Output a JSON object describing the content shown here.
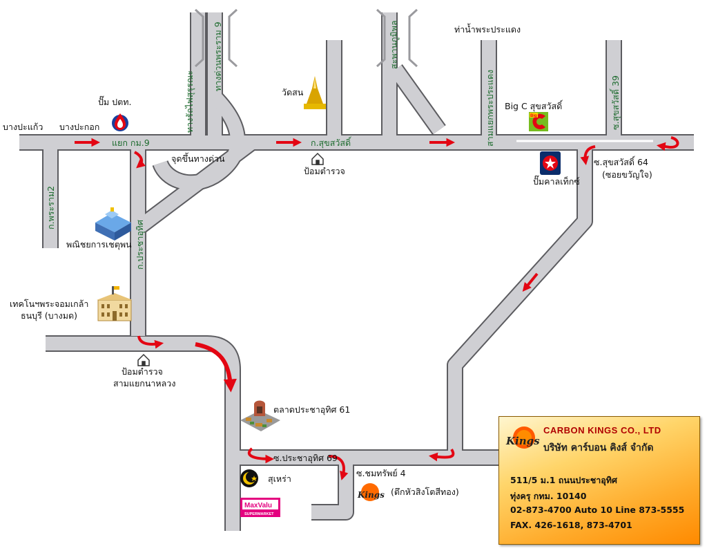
{
  "roads": {
    "north_1": "ทางรัถไฟสุรุรณะ",
    "north_2": "ทางด่วนพระราม 9",
    "north_3": "สะพานภูมิพล",
    "north_4": "สามแยกพระประแดง",
    "north_5": "ซ.สุขสวัสดิ์ 39",
    "west_vertical": "ก.พระราม2",
    "prachauthit": "ก.ประชาอุทิศ",
    "suksawat": "ก.สุขสวัสดิ์",
    "junction_km9": "แยก กม.9"
  },
  "places": {
    "bangpakaew": "บางปะแก้ว",
    "bangpakok": "บางปะกอก",
    "ptt": "ปั๊ม ปตท.",
    "wat_son": "วัดสน",
    "tha_nam": "ท่าน้ำพระประแดง",
    "bigc": "Big C สุขสวัสดิ์",
    "bigc_logo_text": "Big C",
    "expressway_entry": "จุดขึ้นทางด่วน",
    "police_1": "ป้อมตำรวจ",
    "soi64_line1": "ซ.สุขสวัสดิ์ 64",
    "soi64_line2": "(ซอยขวัญใจ)",
    "caltex": "ปั๊มคาลเท็กซ์",
    "commerce_school": "พณิชยการเชตุพน",
    "tech_line1": "เทคโนฯพระจอมเกล้า",
    "tech_line2": "ธนบุรี (บางมด)",
    "police_2_line1": "ป้อมตำรวจ",
    "police_2_line2": "สามแยกนาหลวง",
    "market": "ตลาดประชาอุทิศ 61",
    "soi69": "ซ.ประชาอุทิศ 69",
    "soi_somsap": "ซ.ชมทรัพย์ 4",
    "mosque": "สุเหร่า",
    "maxvalu_1": "MaxValu",
    "maxvalu_2": "SUPERMARKET",
    "kings_building": "(ตึกหัวสิงโตสีทอง)",
    "kings_logo": "Kings"
  },
  "company": {
    "name_en": "CARBON KINGS CO., LTD",
    "name_th": "บริษัท คาร์บอน คิงส์ จำกัด",
    "address1": "511/5 ม.1 ถนนประชาอุทิศ",
    "address2": "ทุ่งครุ กทม. 10140",
    "phone": "02-873-4700 Auto 10 Line 873-5555",
    "fax": "FAX. 426-1618, 873-4701",
    "logo": "Kings"
  },
  "colors": {
    "road_fill": "#cfcfd3",
    "road_edge": "#5c5c60",
    "arrow": "#e30613",
    "road_label": "#1d6b2e"
  }
}
